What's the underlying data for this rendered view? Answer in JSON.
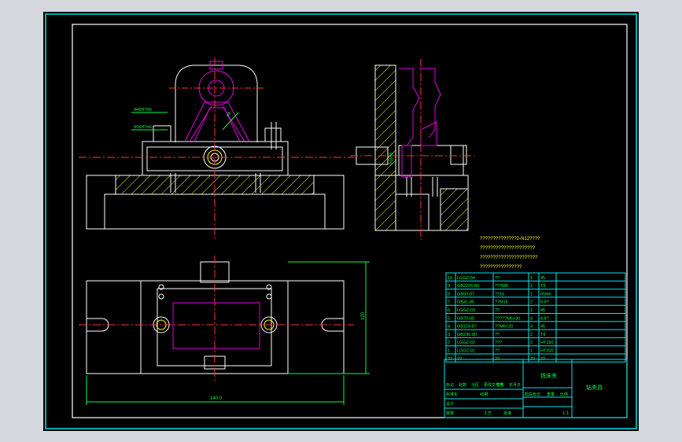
{
  "title_block": {
    "drawing_name": "铣床夹",
    "doc_type": "钻夹具",
    "scale": "1:1",
    "material_tag": "45钢",
    "head_row": [
      "标记",
      "处数",
      "分区",
      "更改文件号",
      "签名",
      "年月日"
    ],
    "label_standard": "标准化",
    "label_stage": "阶段标记",
    "label_weight": "重量",
    "label_scale": "比例",
    "label_design": "设计",
    "label_review": "审核",
    "label_process": "工艺",
    "label_approve": "批准"
  },
  "notes": [
    "??????????????2-N12????",
    "?????????????????????",
    "??????????????????????",
    "????????????????"
  ],
  "parts_list": [
    {
      "no": "10",
      "code": "LGGZ-04",
      "name": "??",
      "qty": "1",
      "mat": "45"
    },
    {
      "no": "9",
      "code": "GB2226-80",
      "name": "???M8",
      "qty": "1",
      "mat": "T8"
    },
    {
      "no": "8",
      "code": "GB93-87",
      "name": "??16",
      "qty": "1",
      "mat": "65Mn"
    },
    {
      "no": "7",
      "code": "GB41-85",
      "name": "??M16",
      "qty": "2",
      "mat": "8.8?"
    },
    {
      "no": "6",
      "code": "LGGZ-03",
      "name": "??",
      "qty": "1",
      "mat": "45"
    },
    {
      "no": "5",
      "code": "GB70-85",
      "name": "?????M6×30",
      "qty": "4",
      "mat": "8.8?"
    },
    {
      "no": "4",
      "code": "GB119-87",
      "name": "??M6×20",
      "qty": "4",
      "mat": "45"
    },
    {
      "no": "3",
      "code": "GB236-80",
      "name": "??",
      "qty": "2",
      "mat": "T8"
    },
    {
      "no": "2",
      "code": "LGGZ-02",
      "name": "???",
      "qty": "2",
      "mat": "HT150"
    },
    {
      "no": "1",
      "code": "LGGZ-01",
      "name": "??",
      "qty": "1",
      "mat": "HT200"
    }
  ],
  "parts_header": {
    "no": "??",
    "code": "??",
    "name": "??",
    "qty": "??",
    "mat": "??"
  },
  "dimensions": {
    "overall_length": "140.0",
    "overall_width": "120",
    "fit_upper": "Φ40H7/h6",
    "fit_lower": "Φ16H7/n6",
    "hole_size": "Φ8",
    "side_fit": "Φ16H8"
  },
  "colors": {
    "frame": "#00e5e5",
    "outline": "#ffffff",
    "centerline": "#ff3030",
    "part": "#e000e0",
    "dimension": "#00ff40",
    "hatch": "#ffff00"
  }
}
